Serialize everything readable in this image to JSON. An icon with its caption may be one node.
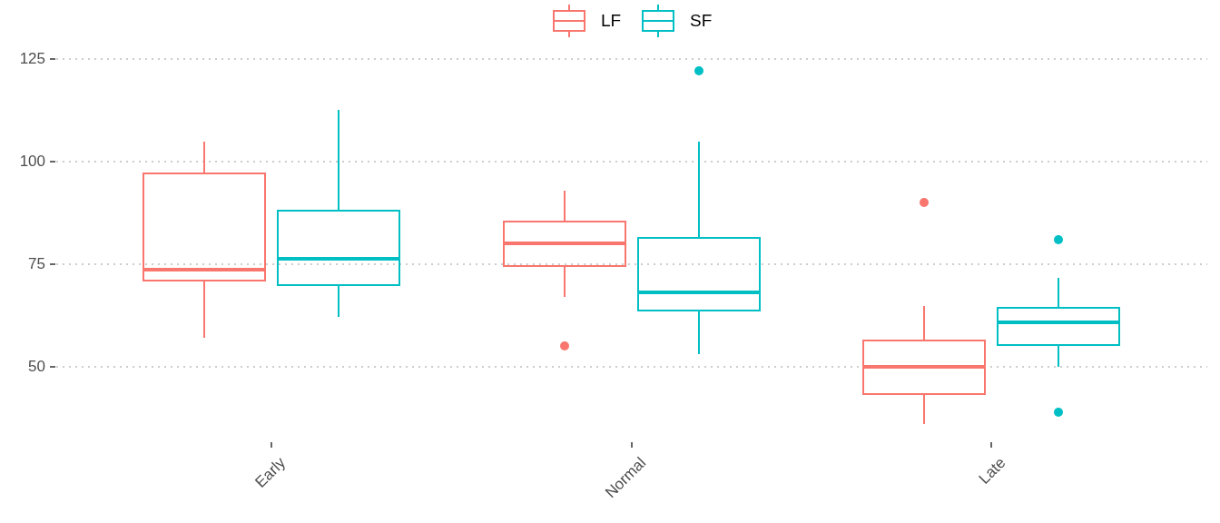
{
  "diagram": {
    "labels": [
      "125",
      "100",
      "75",
      "50",
      "Early",
      "Normal",
      "Late"
    ],
    "legend": [
      {
        "text": "LF",
        "color": "#f8766d"
      },
      {
        "text": "SF",
        "color": "#00bfc4"
      }
    ]
  }
}
